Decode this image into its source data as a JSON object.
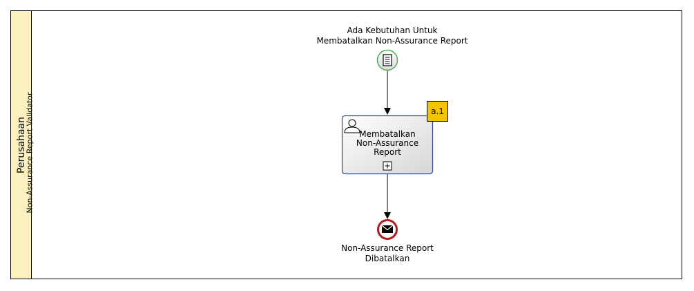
{
  "pool": {
    "name": "Perusahaan",
    "header_color": "#fdf0c0"
  },
  "lane": {
    "name": "Non-Assurance Report Validator"
  },
  "start_event": {
    "label_line1": "Ada Kebutuhan Untuk",
    "label_line2": "Membatalkan Non-Assurance Report",
    "type": "message-start",
    "icon": "document-icon",
    "color": "#4caf50"
  },
  "task": {
    "label_line1": "Membatalkan",
    "label_line2": "Non-Assurance",
    "label_line3": "Report",
    "type": "user-task-subprocess",
    "icon": "user-icon",
    "marker": "expand-plus-icon",
    "border_color": "#2a4b9b",
    "tag": "a.1",
    "tag_color": "#f5c400"
  },
  "end_event": {
    "label_line1": "Non-Assurance Report",
    "label_line2": "Dibatalkan",
    "type": "message-end",
    "icon": "envelope-icon",
    "color": "#b71c1c"
  }
}
